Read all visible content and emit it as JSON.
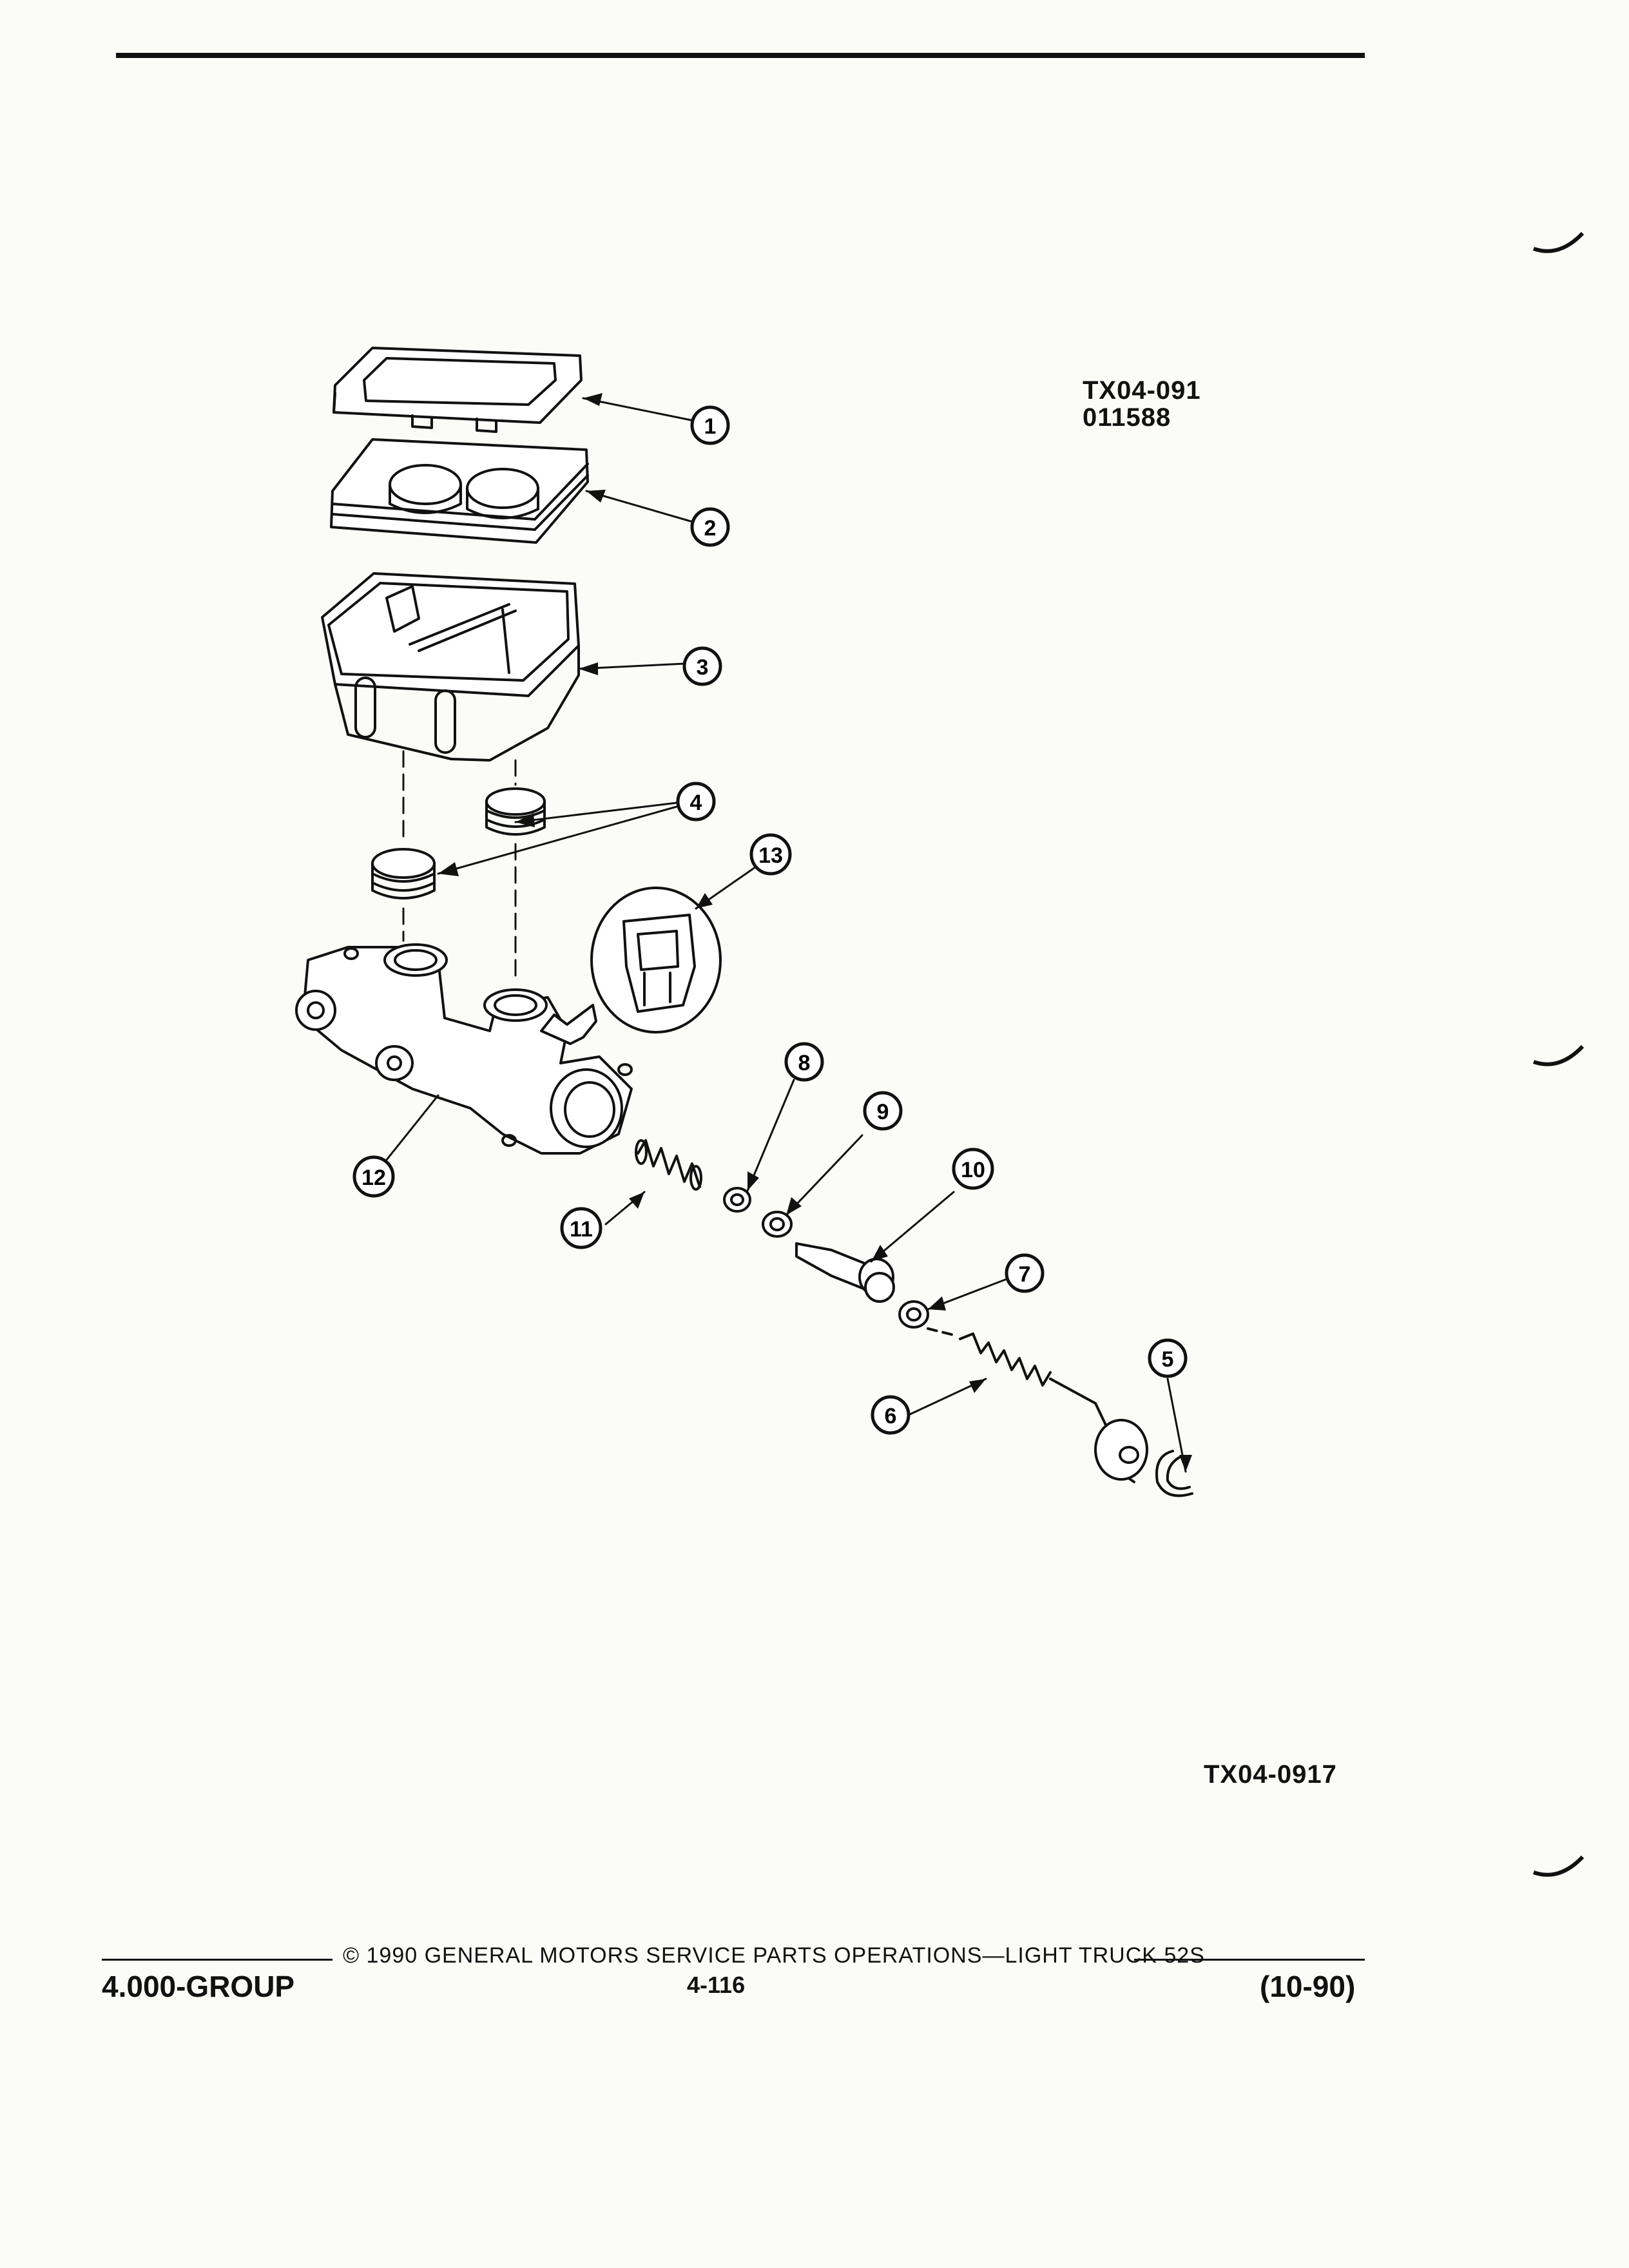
{
  "figure": {
    "ref_code_top": [
      "TX04-091",
      "011588"
    ],
    "ref_code_bottom": "TX04-0917",
    "callouts": [
      "1",
      "2",
      "3",
      "4",
      "5",
      "6",
      "7",
      "8",
      "9",
      "10",
      "11",
      "12",
      "13"
    ]
  },
  "footer": {
    "copyright": "© 1990 GENERAL MOTORS SERVICE PARTS OPERATIONS—LIGHT TRUCK 52S",
    "page": "4-116",
    "group": "4.000-GROUP",
    "date": "(10-90)"
  }
}
